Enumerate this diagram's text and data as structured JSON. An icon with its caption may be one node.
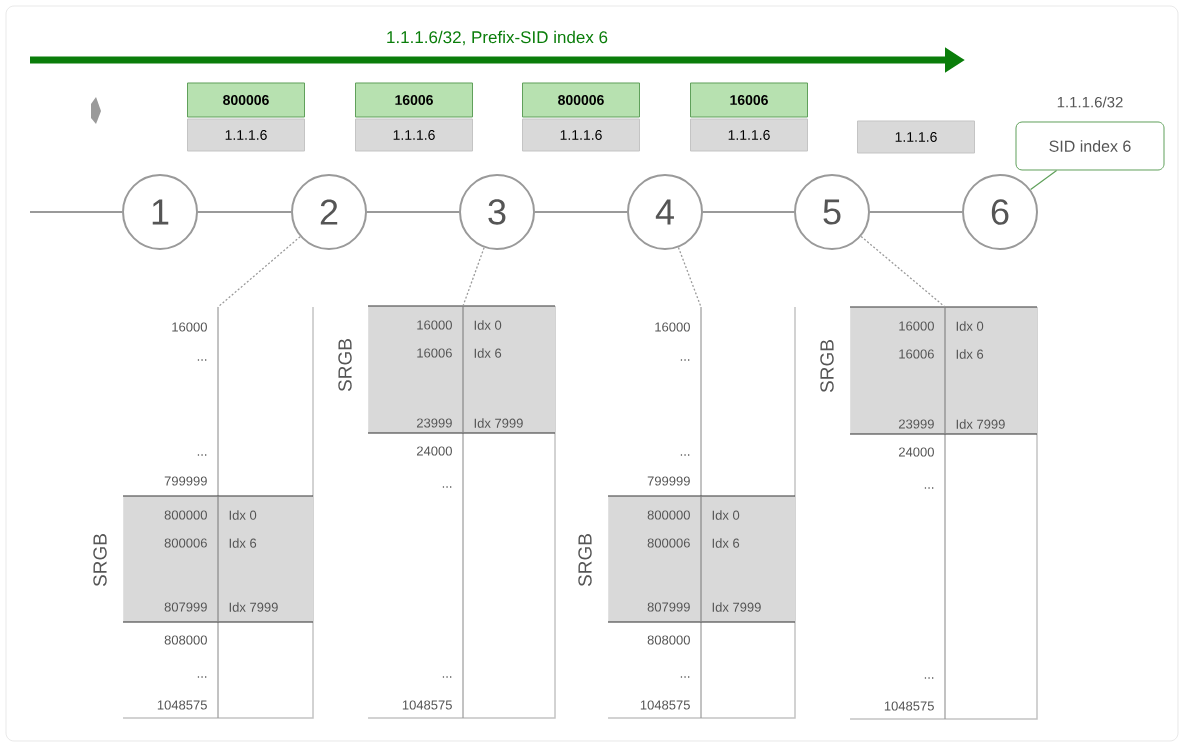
{
  "diagram": {
    "nodes": [
      {
        "text": [
          "1"
        ]
      },
      {
        "text": [
          "2"
        ]
      },
      {
        "text": [
          "3"
        ]
      },
      {
        "text": [
          "4"
        ]
      },
      {
        "text": [
          "5"
        ]
      },
      {
        "text": [
          "6"
        ]
      },
      {
        "text": [
          "SID index 6"
        ],
        "beside": [
          "1.1.1.6/32"
        ]
      },
      {
        "text": [
          "800006"
        ]
      },
      {
        "text": [
          "1.1.1.6"
        ]
      },
      {
        "text": [
          "16006"
        ]
      },
      {
        "text": [
          "1.1.1.6"
        ]
      },
      {
        "text": [
          "800006"
        ]
      },
      {
        "text": [
          "1.1.1.6"
        ]
      },
      {
        "text": [
          "16006"
        ]
      },
      {
        "text": [
          "1.1.1.6"
        ]
      },
      {
        "text": [
          "1.1.1.6"
        ]
      },
      {
        "text": [
          "16000",
          "...",
          "...",
          "799999",
          "808000",
          "...",
          "1048575"
        ]
      },
      {
        "text": [
          "SRGB",
          "800000",
          "Idx 0",
          "800006",
          "Idx 6",
          "807999",
          "Idx 7999"
        ],
        "in": 16
      },
      {
        "text": [
          "24000",
          "...",
          "...",
          "1048575"
        ]
      },
      {
        "text": [
          "SRGB",
          "16000",
          "Idx 0",
          "16006",
          "Idx 6",
          "23999",
          "Idx 7999"
        ],
        "in": 18
      },
      {
        "text": [
          "16000",
          "...",
          "...",
          "799999",
          "808000",
          "...",
          "1048575"
        ]
      },
      {
        "text": [
          "SRGB",
          "800000",
          "Idx 0",
          "800006",
          "Idx 6",
          "807999",
          "Idx 7999"
        ],
        "in": 20
      },
      {
        "text": [
          "24000",
          "...",
          "...",
          "1048575"
        ]
      },
      {
        "text": [
          "SRGB",
          "16000",
          "Idx 0",
          "16006",
          "Idx 6",
          "23999",
          "Idx 7999"
        ],
        "in": 22
      }
    ],
    "edges": [
      {
        "from": null,
        "to": 0,
        "arrow": "none"
      },
      {
        "from": 0,
        "to": 1,
        "arrow": "none"
      },
      {
        "from": 1,
        "to": 2,
        "arrow": "none"
      },
      {
        "from": 2,
        "to": 3,
        "arrow": "none"
      },
      {
        "from": 3,
        "to": 4,
        "arrow": "none"
      },
      {
        "from": 4,
        "to": 5,
        "arrow": "none"
      },
      {
        "from": 6,
        "to": 5,
        "arrow": "none",
        "color": "#5fa05a"
      },
      {
        "from": 1,
        "to": 16,
        "arrow": "none",
        "style": "dashed"
      },
      {
        "from": 2,
        "to": 18,
        "arrow": "none",
        "style": "dashed"
      },
      {
        "from": 3,
        "to": 20,
        "arrow": "none",
        "style": "dashed"
      },
      {
        "from": 4,
        "to": 22,
        "arrow": "none",
        "style": "dashed"
      }
    ],
    "labels": [
      "1.1.1.6/32, Prefix-SID index 6"
    ]
  }
}
